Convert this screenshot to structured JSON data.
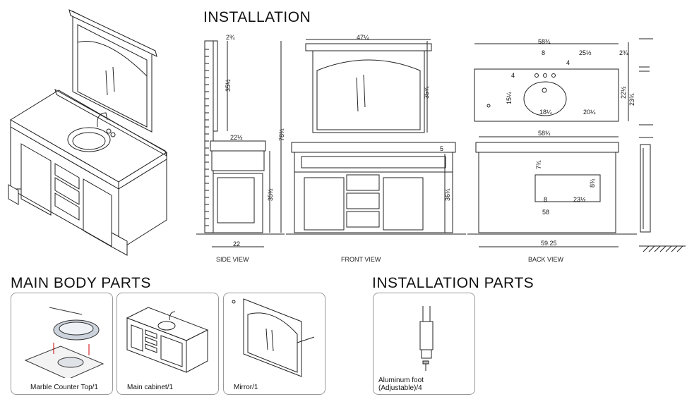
{
  "headings": {
    "installation": "INSTALLATION",
    "main_body_parts": "MAIN BODY PARTS",
    "installation_parts": "INSTALLATION PARTS"
  },
  "views": {
    "side": "SIDE VIEW",
    "front": "FRONT VIEW",
    "back": "BACK VIEW"
  },
  "dimensions": {
    "side_top": "2¾",
    "side_mirror": "35½",
    "side_total": "78¾",
    "side_depth_top": "22½",
    "side_cabinet_height": "35½",
    "side_depth": "22",
    "front_width": "47¼",
    "front_mirror_height": "35¾",
    "front_gap": "5",
    "front_height": "36¼",
    "top_width": "58¾",
    "top_8": "8",
    "top_25": "25½",
    "top_4a": "4",
    "top_4b": "4",
    "top_15": "15¼",
    "top_18": "18¼",
    "top_20": "20¼",
    "top_22": "22½",
    "top_side_2": "2¾",
    "top_side_23": "23¾",
    "back_width": "58¾",
    "back_7": "7¾",
    "back_8v": "8¾",
    "back_8": "8",
    "back_23": "23½",
    "back_58": "58",
    "back_floor": "59.25"
  },
  "parts": {
    "main": [
      {
        "label": "Marble Counter Top/1"
      },
      {
        "label": "Main cabinet/1"
      },
      {
        "label": "Mirror/1"
      }
    ],
    "installation": [
      {
        "label_line1": "Aluminum foot",
        "label_line2": "(Adjustable)/4"
      }
    ]
  }
}
